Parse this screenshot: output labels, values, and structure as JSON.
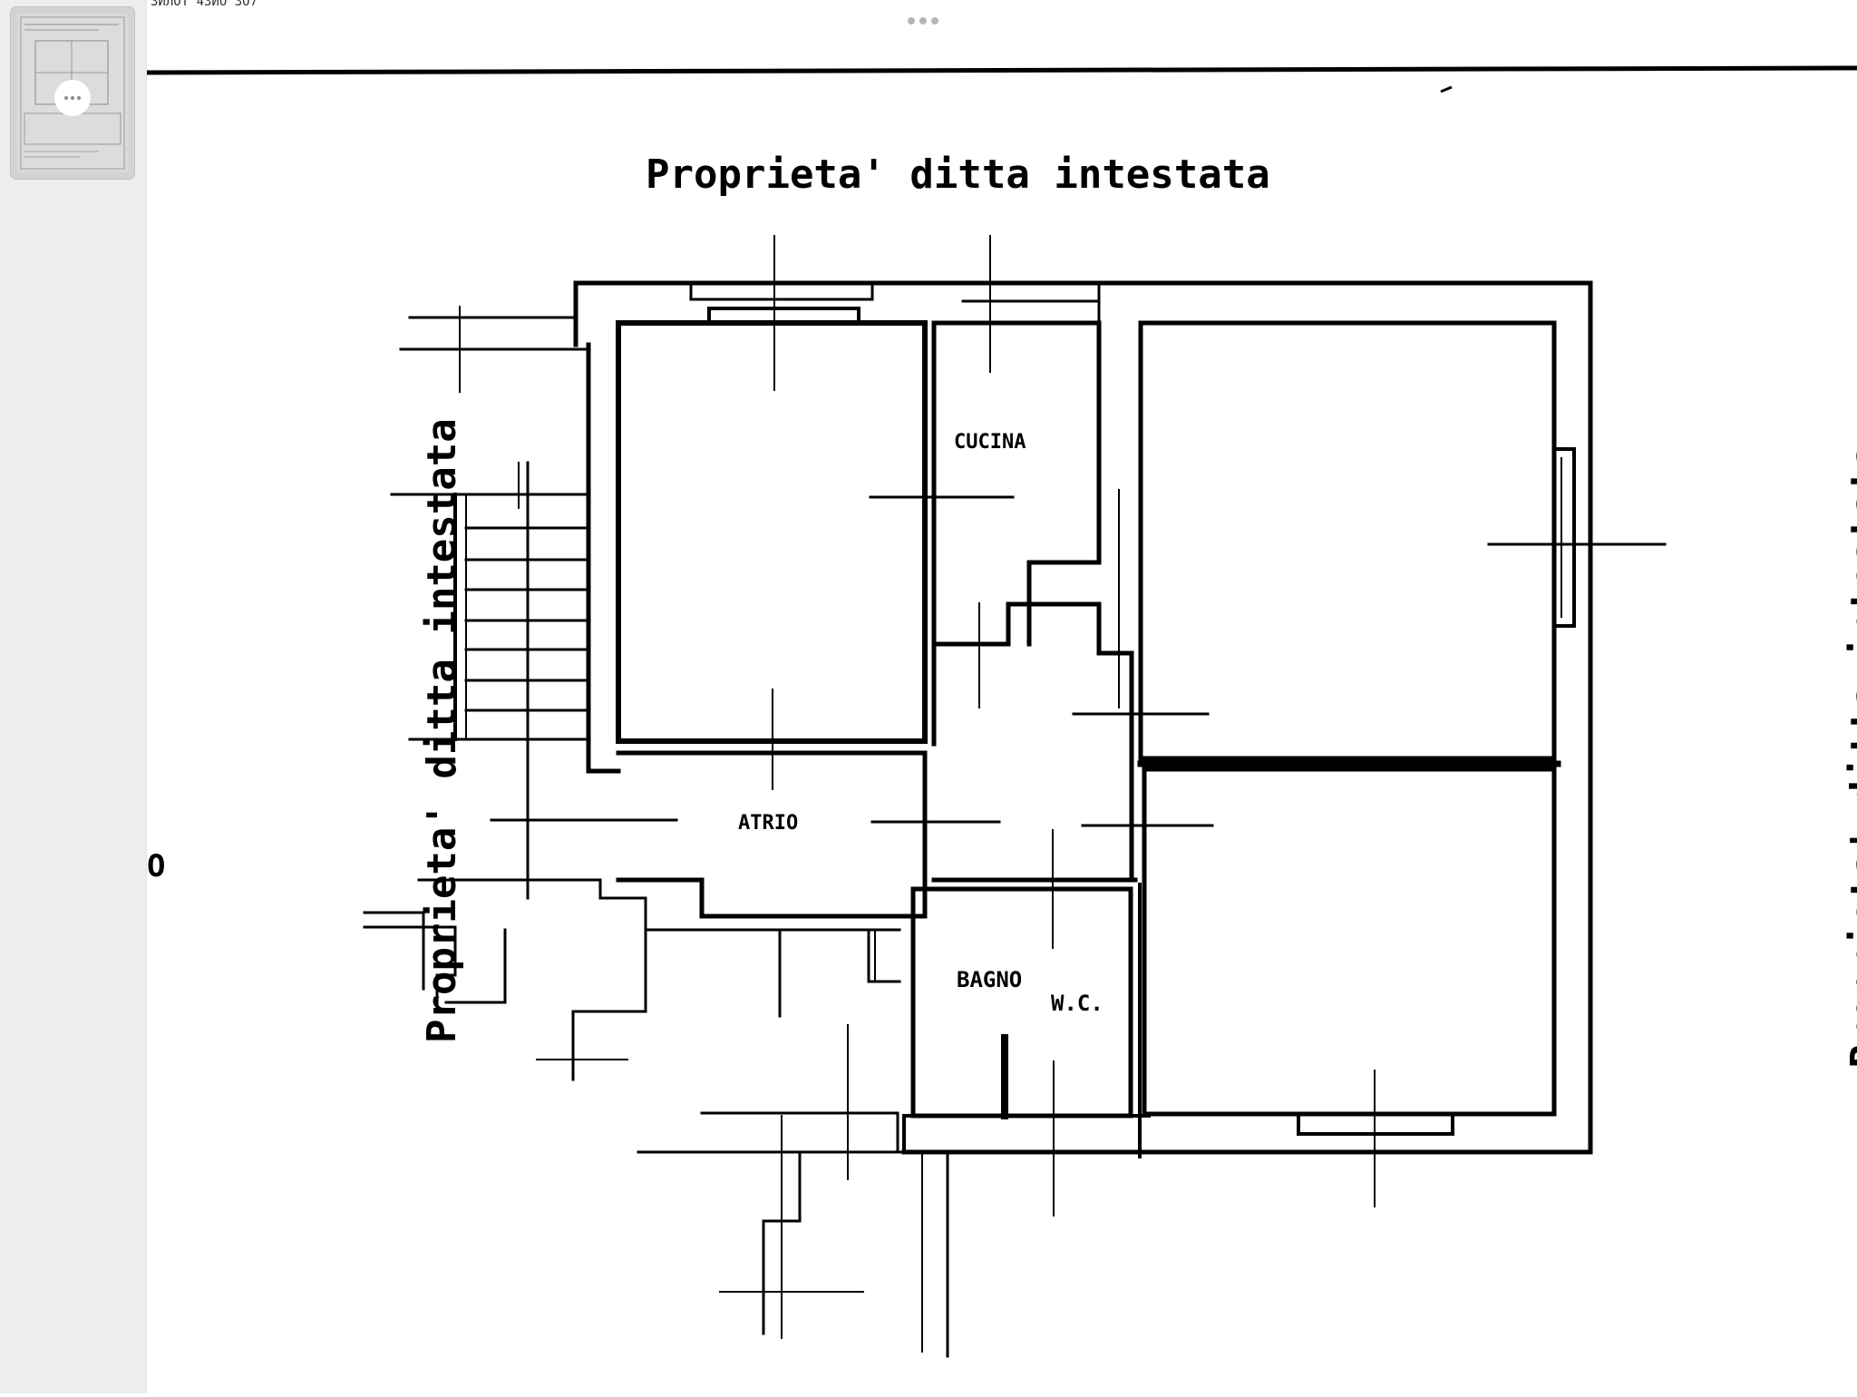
{
  "viewer": {
    "header_fragment": "ЗИЛОТ 4ЗИО  3О7",
    "more_menu_icon": "more-dots-icon"
  },
  "sidebar": {
    "thumbnail_icon": "page-thumbnail-icon",
    "thumbnail_more_icon": "more-dots-icon"
  },
  "plan": {
    "top_label": "Proprieta' ditta intestata",
    "left_label": "Proprieta' ditta intestata",
    "right_label": "Proprieta' ditta intestata",
    "room_cucina": "CUCINA",
    "room_atrio": "ATRIO",
    "room_bagno": "BAGNO",
    "room_wc": "W.C.",
    "left_edge_mark": "O"
  }
}
